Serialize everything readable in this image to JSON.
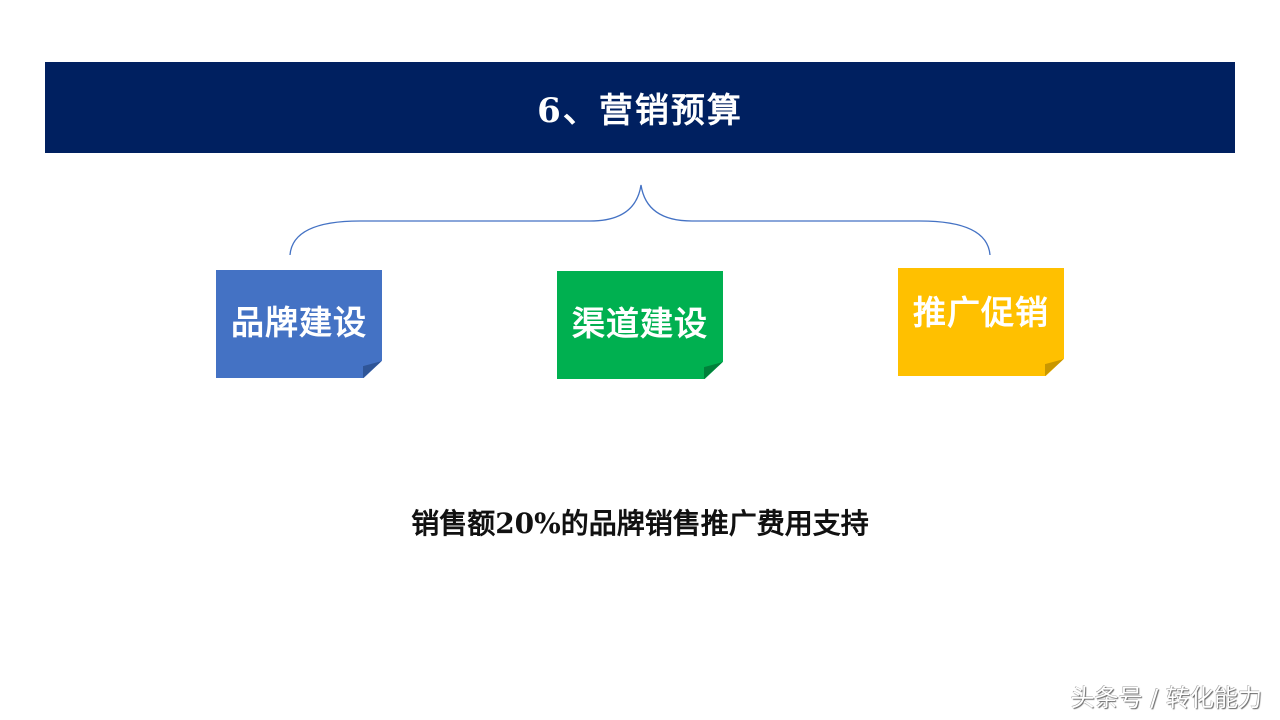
{
  "header": {
    "title": "6、营销预算",
    "background": "#002060"
  },
  "brace": {
    "color": "#4472C4"
  },
  "cards": [
    {
      "label": "品牌建设",
      "color": "#4472C4"
    },
    {
      "label": "渠道建设",
      "color": "#00B050"
    },
    {
      "label": "推广促销",
      "color": "#FFC000"
    }
  ],
  "summary": {
    "text": "销售额20%的品牌销售推广费用支持"
  },
  "watermark": {
    "text": "头条号 / 转化能力"
  }
}
